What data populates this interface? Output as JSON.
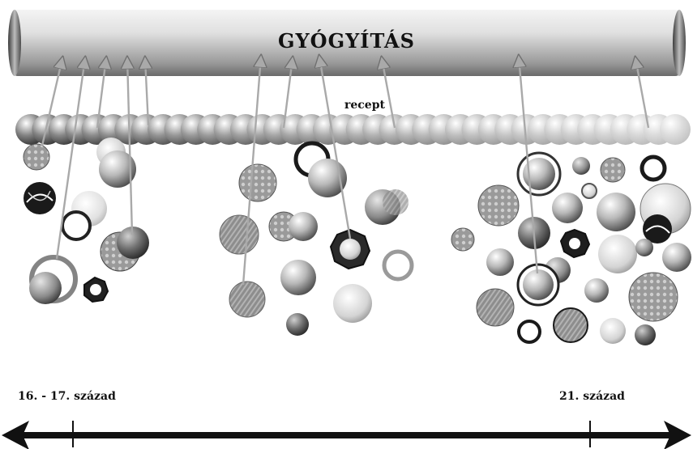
{
  "diagram": {
    "title": "GYÓGYÍTÁS",
    "chain_label": "recept",
    "timeline": {
      "start_label": "16. - 17. század",
      "end_label": "21. század"
    }
  },
  "colors": {
    "ink": "#111111",
    "pipe_light": "#f2f2f2",
    "pipe_dark": "#5a5a5a",
    "arrow": "#a9a9a9"
  }
}
